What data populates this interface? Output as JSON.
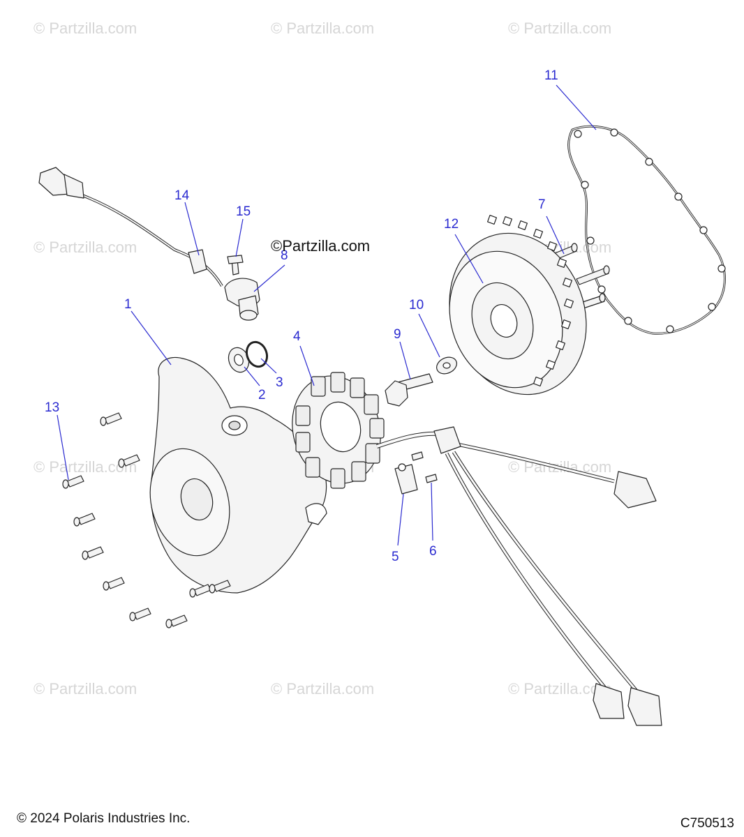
{
  "watermark": {
    "text": "© Partzilla.com",
    "color": "#d6d6d6"
  },
  "brand_mark": "©Partzilla.com",
  "footer": {
    "copyright": "© 2024 Polaris Industries Inc.",
    "diagram_code": "C750513"
  },
  "callouts": {
    "c1": "1",
    "c2": "2",
    "c3": "3",
    "c4": "4",
    "c5": "5",
    "c6": "6",
    "c7": "7",
    "c8": "8",
    "c9": "9",
    "c10": "10",
    "c11": "11",
    "c12": "12",
    "c13": "13",
    "c14": "14",
    "c15": "15"
  },
  "colors": {
    "callout_text": "#2a2ad0",
    "leader_line": "#2a2ad0",
    "part_outline": "#222222",
    "part_fill": "#f4f4f4"
  }
}
